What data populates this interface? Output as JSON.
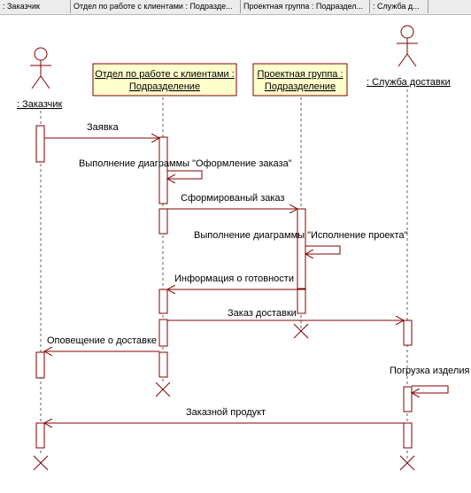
{
  "tabs": [
    ": Заказчик",
    "Отдел по работе с клиентами : Подразде...",
    "Проектная группа : Подраздел...",
    ": Служба д..."
  ],
  "objects": {
    "customer": ": Заказчик",
    "client_dept_line1": "Отдел по работе с клиентами :",
    "client_dept_line2": "Подразделение",
    "project_group_line1": "Проектная группа :",
    "project_group_line2": "Подразделение",
    "delivery": ": Служба доставки"
  },
  "messages": [
    "Заявка",
    "Выполнение диаграммы \"Оформление заказа\"",
    "Сформированый заказ",
    "Выполнение диаграммы \"Исполнение проекта\"",
    "Информация о готовности",
    "Заказ доставки",
    "Оповещение о доставке",
    "Погрузка изделия",
    "Заказной продукт"
  ],
  "colors": {
    "line": "#800000",
    "box_fill": "#ffffcc",
    "dashed": "#606060"
  }
}
